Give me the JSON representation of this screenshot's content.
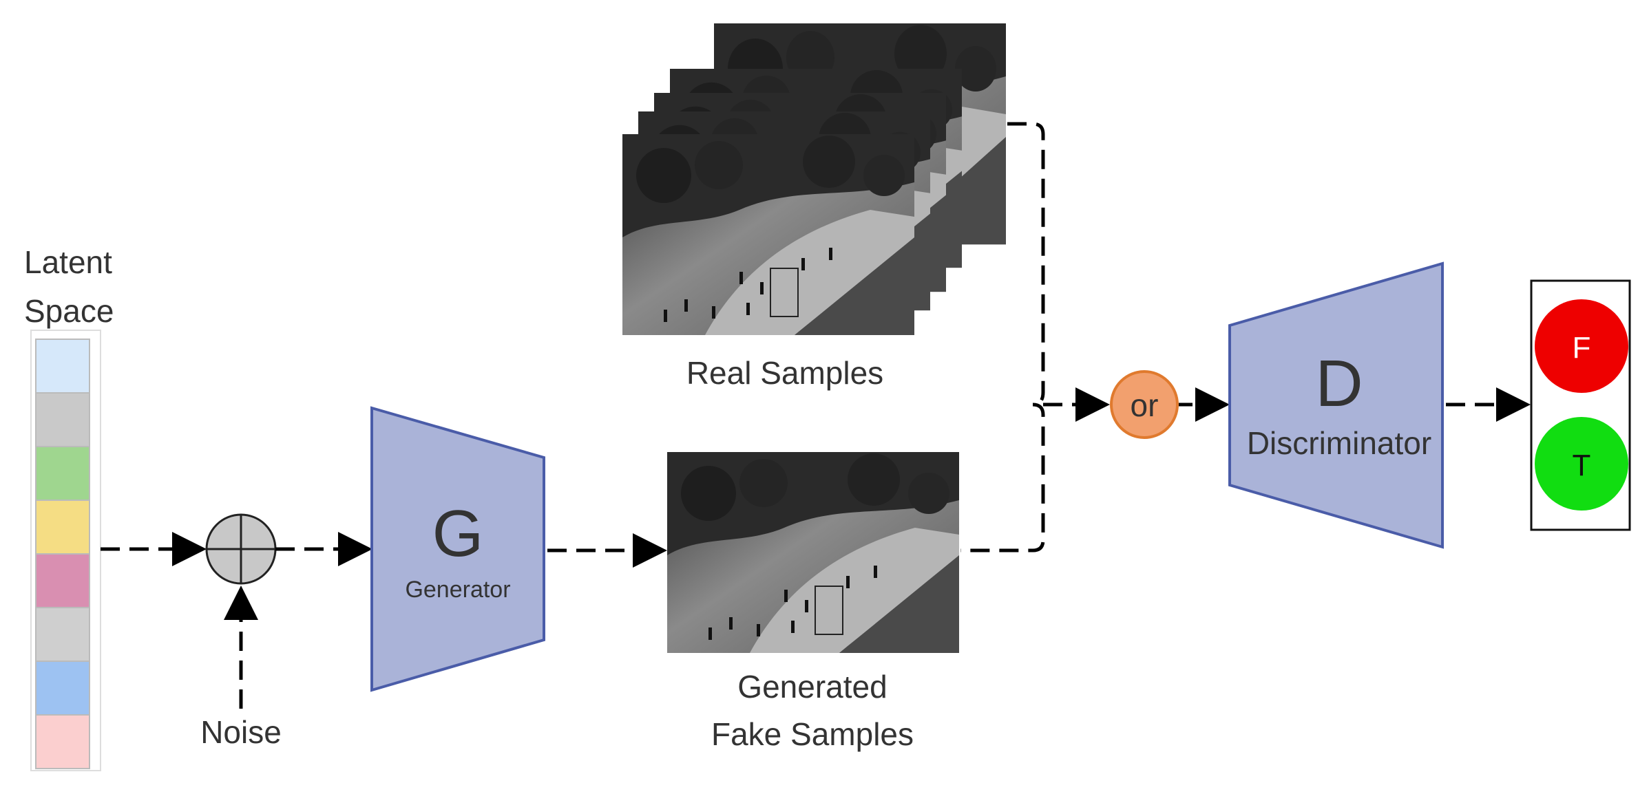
{
  "latent_space": {
    "label_line1": "Latent",
    "label_line2": "Space",
    "cell_colors": [
      "#d6e8fa",
      "#c9c9c9",
      "#9fd68f",
      "#f5dd84",
      "#d98fb1",
      "#cfcfcf",
      "#9dc2f2",
      "#fbcfcf"
    ]
  },
  "noise": {
    "label": "Noise"
  },
  "generator": {
    "letter": "G",
    "name": "Generator",
    "fill": "#aab3d8",
    "stroke": "#4a5ca8"
  },
  "real_samples": {
    "label": "Real Samples"
  },
  "fake_samples": {
    "label_line1": "Generated",
    "label_line2": "Fake Samples"
  },
  "or_node": {
    "label": "or",
    "fill": "#f2a06e",
    "stroke": "#e07a2e"
  },
  "discriminator": {
    "letter": "D",
    "name": "Discriminator",
    "fill": "#aab3d8",
    "stroke": "#4a5ca8"
  },
  "output": {
    "false_label": "F",
    "true_label": "T",
    "false_color": "#ee0000",
    "true_color": "#11dd11"
  }
}
